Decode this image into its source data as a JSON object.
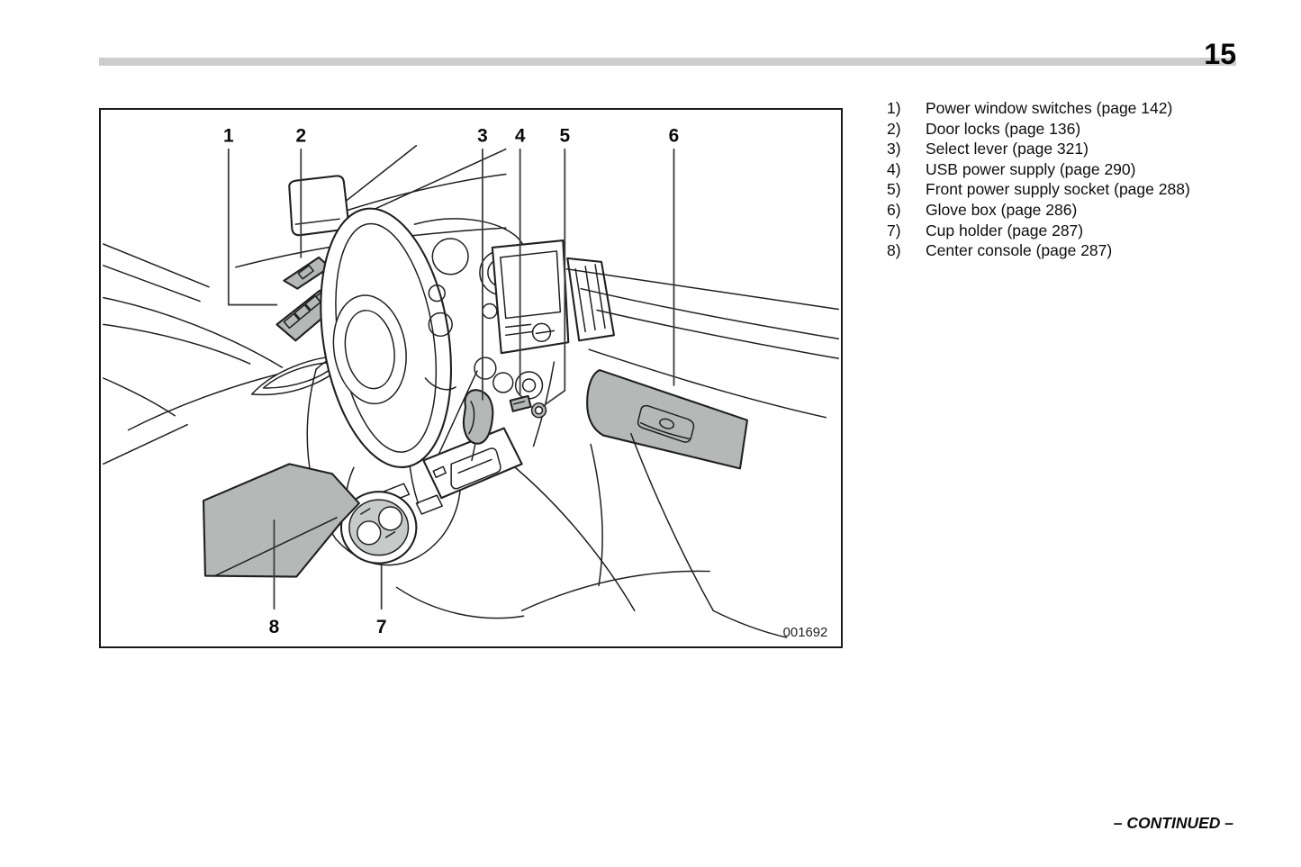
{
  "page": {
    "number": "15",
    "continued_label": "– CONTINUED –"
  },
  "figure": {
    "code": "001692",
    "callouts": [
      "1",
      "2",
      "3",
      "4",
      "5",
      "6",
      "7",
      "8"
    ]
  },
  "legend": {
    "items": [
      {
        "num": "1)",
        "label": "Power window switches (page 142)"
      },
      {
        "num": "2)",
        "label": "Door locks (page 136)"
      },
      {
        "num": "3)",
        "label": "Select lever (page 321)"
      },
      {
        "num": "4)",
        "label": "USB power supply (page 290)"
      },
      {
        "num": "5)",
        "label": "Front power supply socket (page 288)"
      },
      {
        "num": "6)",
        "label": "Glove box (page 286)"
      },
      {
        "num": "7)",
        "label": "Cup holder (page 287)"
      },
      {
        "num": "8)",
        "label": "Center console (page 287)"
      }
    ]
  },
  "colors": {
    "shaded_parts": "#b4b8b7",
    "header_rule": "#cdcdcd",
    "ink": "#1a1a1a"
  }
}
